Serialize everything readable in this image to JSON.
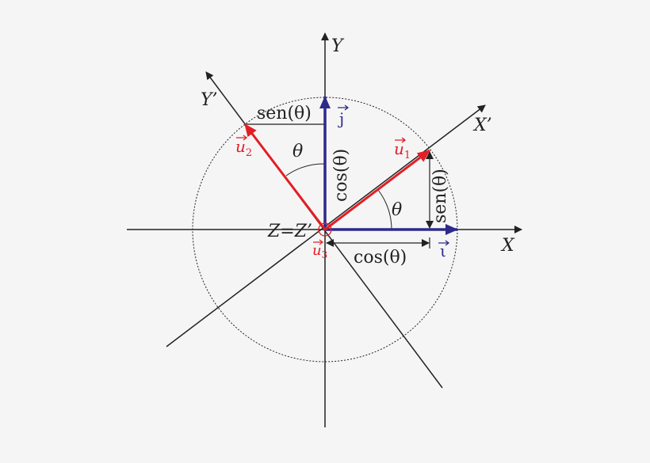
{
  "labels": {
    "axis_x": "X",
    "axis_y": "Y",
    "axis_x_prime": "X’",
    "axis_y_prime": "Y’",
    "origin": "Z=Z’",
    "vec_i": "ι",
    "vec_j": "j",
    "vec_u1": "u",
    "vec_u1_sub": "1",
    "vec_u2": "u",
    "vec_u2_sub": "2",
    "vec_u3": "u",
    "vec_u3_sub": "3",
    "theta_top": "θ",
    "theta_right": "θ",
    "sen_top": "sen(θ)",
    "cos_vertical": "cos(θ)",
    "sen_vertical": "sen(θ)",
    "cos_bottom": "cos(θ)"
  },
  "colors": {
    "red_vectors": "#e31e24",
    "blue_vectors": "#2e2a8a",
    "axes": "#222222"
  }
}
